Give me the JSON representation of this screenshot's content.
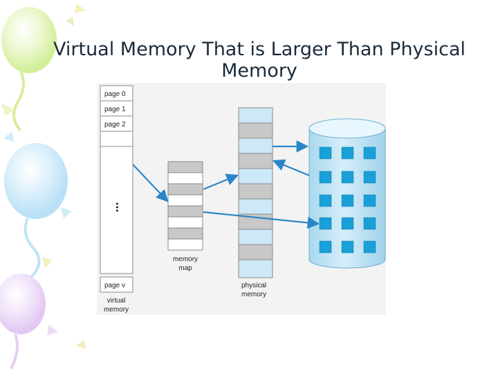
{
  "slide": {
    "title_line1": "Virtual Memory That is Larger Than Physical",
    "title_line2": "Memory"
  },
  "virtual_memory": {
    "pages": [
      "page 0",
      "page 1",
      "page 2"
    ],
    "ellipsis": "...",
    "last_page": "page v",
    "caption_line1": "virtual",
    "caption_line2": "memory"
  },
  "memory_map": {
    "caption_line1": "memory",
    "caption_line2": "map"
  },
  "physical_memory": {
    "caption_line1": "physical",
    "caption_line2": "memory"
  },
  "colors": {
    "frame_bg": "#f3f3f3",
    "light_blue": "#cde9f7",
    "gray_block": "#c8c8c8",
    "disk_body": "#bfe3f3",
    "disk_square": "#1aa0d8",
    "arrow": "#2a86c8"
  },
  "icons": {
    "secondary_storage": "disk-cylinder-icon"
  }
}
